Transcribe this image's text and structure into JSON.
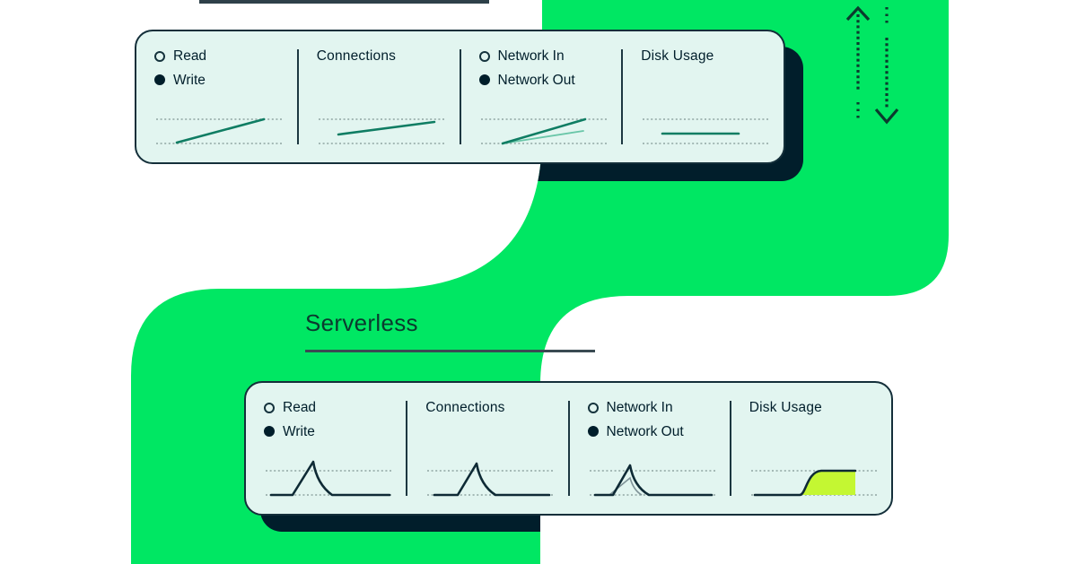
{
  "heading": {
    "label": "Serverless"
  },
  "cards": {
    "top": {
      "panels": [
        {
          "legend": [
            {
              "label": "Read",
              "marker": "open-circle"
            },
            {
              "label": "Write",
              "marker": "filled-circle"
            }
          ],
          "trend": "rising-line"
        },
        {
          "title": "Connections",
          "trend": "rising-line"
        },
        {
          "legend": [
            {
              "label": "Network In",
              "marker": "open-circle"
            },
            {
              "label": "Network Out",
              "marker": "filled-circle"
            }
          ],
          "trend": "two-rising-lines"
        },
        {
          "title": "Disk Usage",
          "trend": "flat-line"
        }
      ]
    },
    "bottom": {
      "panels": [
        {
          "legend": [
            {
              "label": "Read",
              "marker": "open-circle"
            },
            {
              "label": "Write",
              "marker": "filled-circle"
            }
          ],
          "trend": "spike"
        },
        {
          "title": "Connections",
          "trend": "spike"
        },
        {
          "legend": [
            {
              "label": "Network In",
              "marker": "open-circle"
            },
            {
              "label": "Network Out",
              "marker": "filled-circle"
            }
          ],
          "trend": "double-spike"
        },
        {
          "title": "Disk Usage",
          "trend": "step-up-filled-area"
        }
      ]
    }
  },
  "icons": {
    "arrow_up": "scale-up-dashed-arrow",
    "arrow_down": "scale-down-dashed-arrow"
  },
  "colors": {
    "background_green": "#00E763",
    "card_background": "#E2F5F0",
    "card_border": "#142F3A",
    "shadow_navy": "#011E2B",
    "text": "#001E2B",
    "line_green_dark": "#0F7D63",
    "line_green_light": "#69C6A8",
    "line_navy": "#0E2A35",
    "line_gray": "#7E9297",
    "disk_fill_lime": "#C4F732",
    "gridline": "#8FA5A2",
    "heading_underline": "#2E4049",
    "arrow": "#0B3B2E"
  }
}
